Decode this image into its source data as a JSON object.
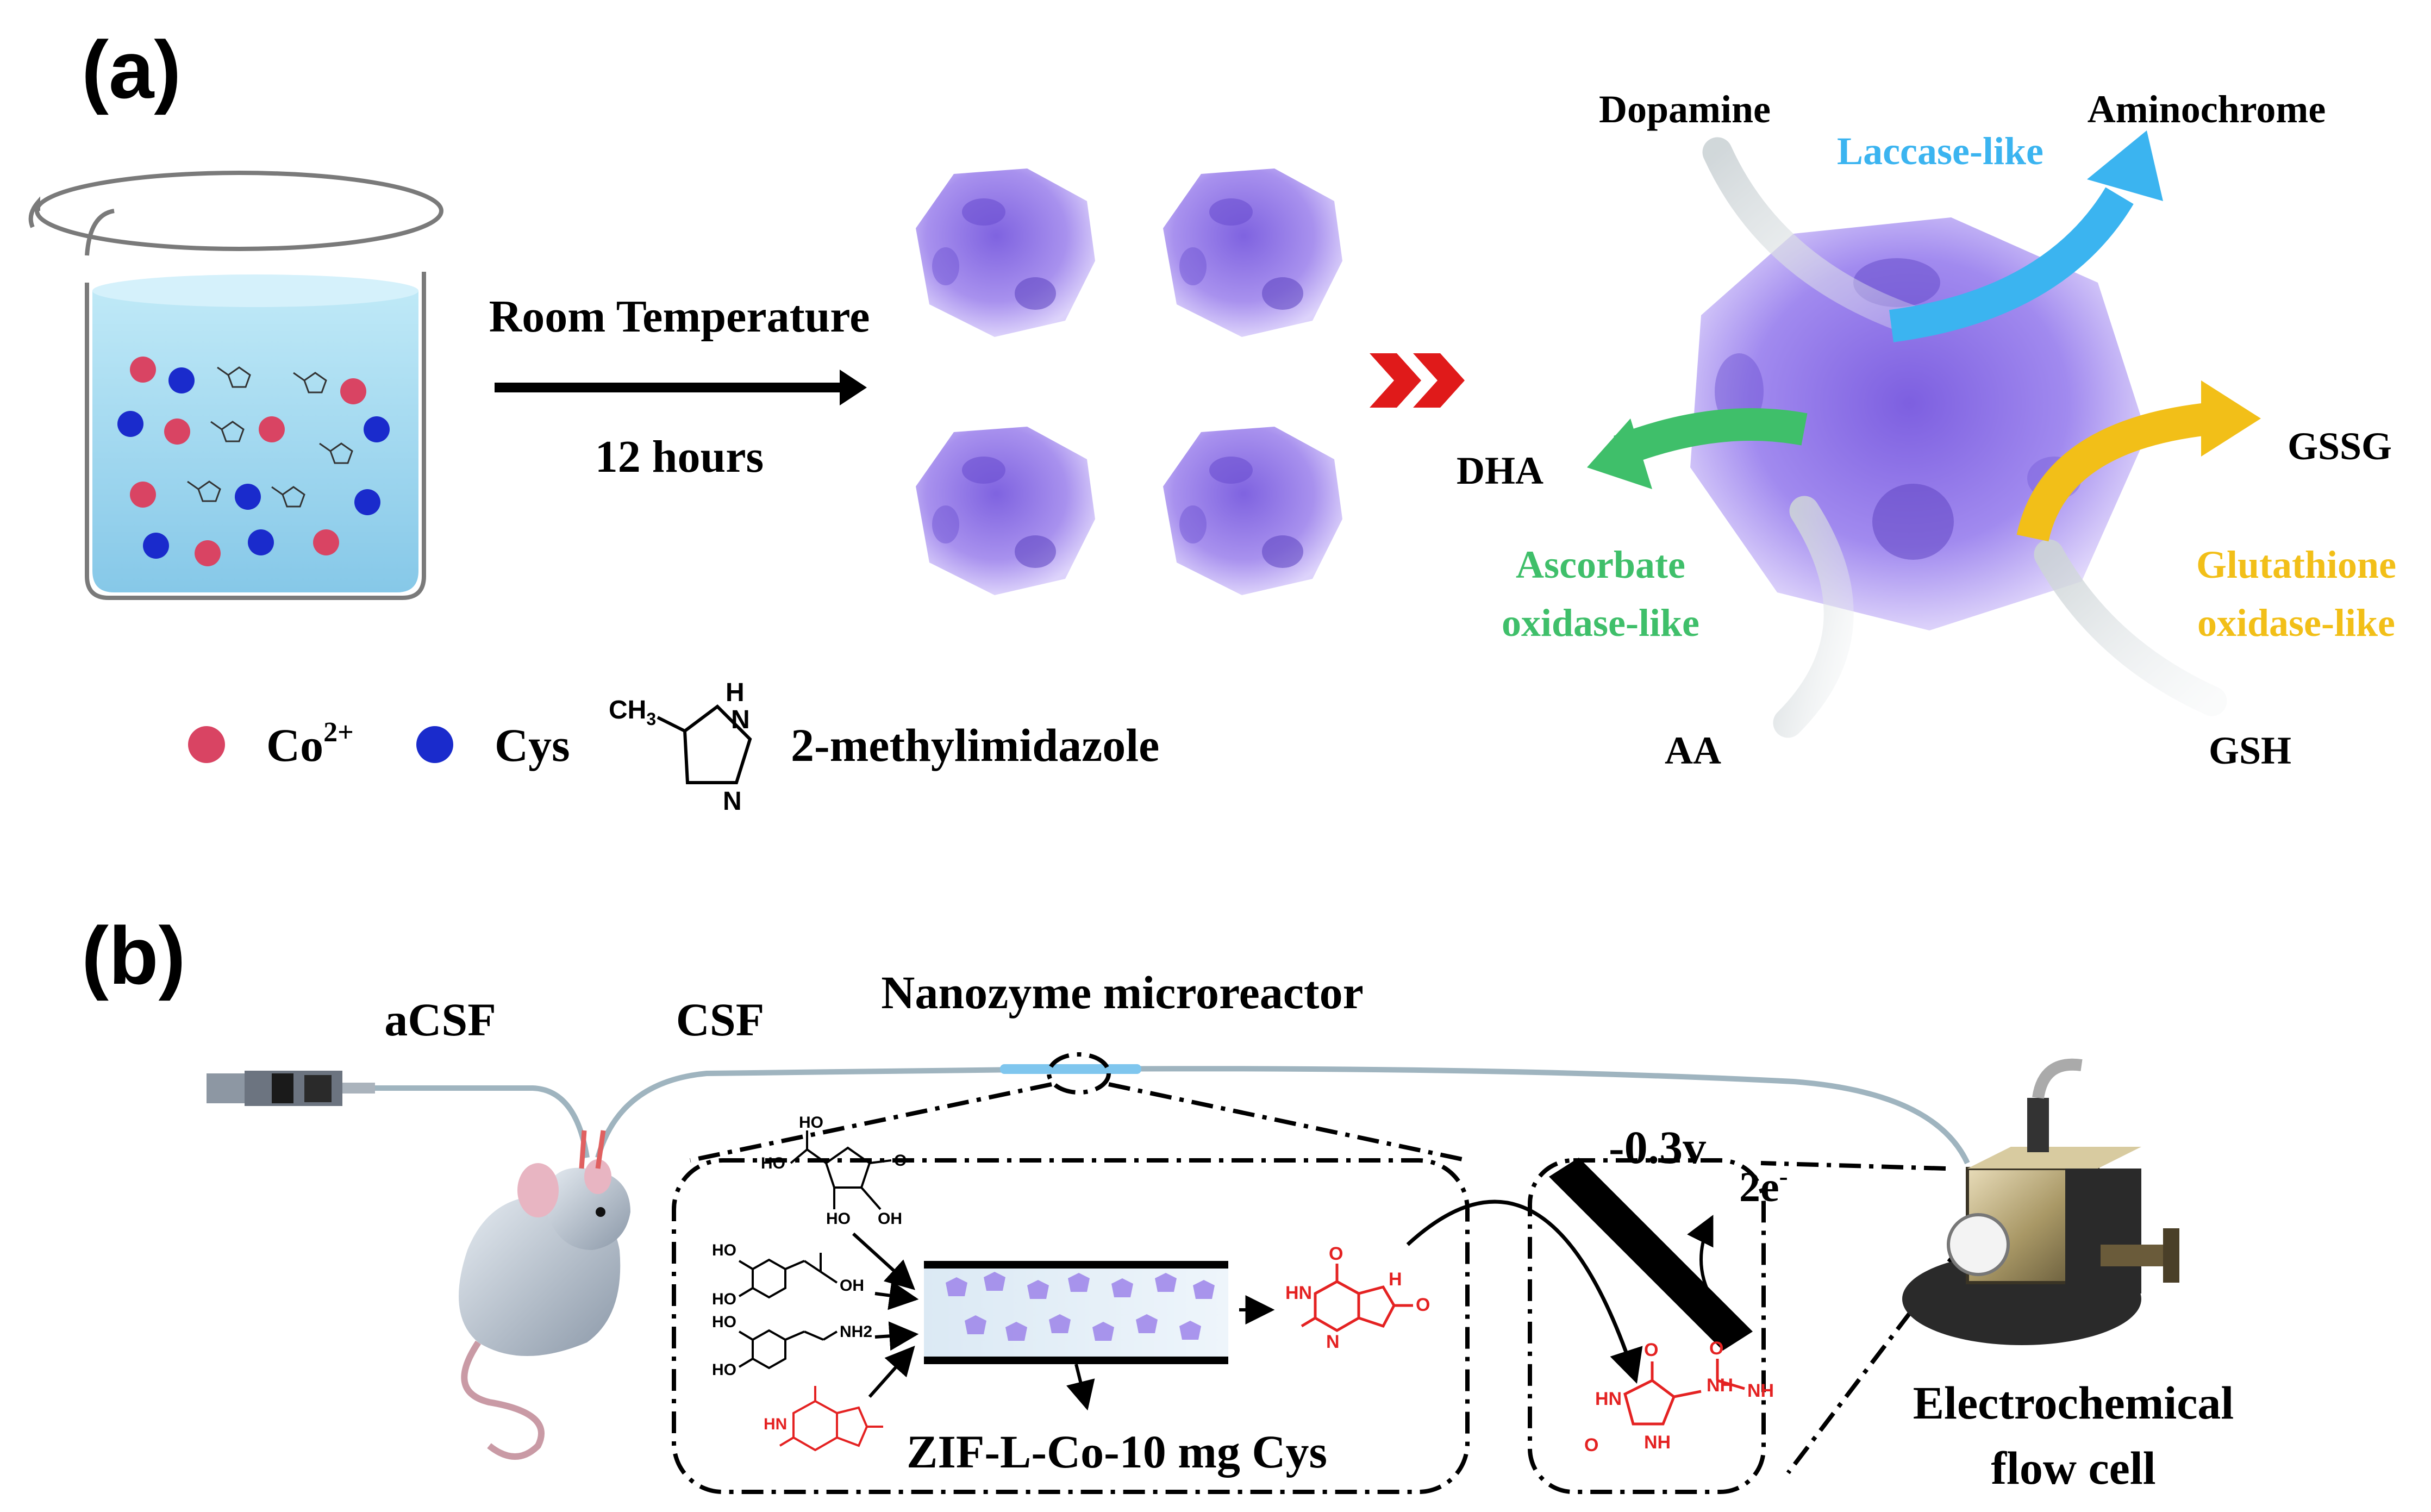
{
  "panel_a": {
    "label": "(a)",
    "arrow_top": "Room Temperature",
    "arrow_bottom": "12 hours",
    "legend": {
      "co_label": "Co",
      "co_sup": "2+",
      "cys_label": "Cys",
      "ch3_label": "CH",
      "ch3_sub": "3",
      "nh_label": "H",
      "n_label": "N",
      "n2_label": "N",
      "mim_label": "2-methylimidazole"
    },
    "reactions": {
      "dopamine": "Dopamine",
      "aminochrome": "Aminochrome",
      "laccase": "Laccase-like",
      "dha": "DHA",
      "ascorbate_line1": "Ascorbate",
      "ascorbate_line2": "oxidase-like",
      "aa": "AA",
      "gssg": "GSSG",
      "glutathione_line1": "Glutathione",
      "glutathione_line2": "oxidase-like",
      "gsh": "GSH"
    }
  },
  "panel_b": {
    "label": "(b)",
    "acsf": "aCSF",
    "csf": "CSF",
    "microreactor": "Nanozyme microreactor",
    "voltage": "-0.3v",
    "electrons": "2e",
    "electrons_sup": "-",
    "zif_label": "ZIF-L-Co-10 mg Cys",
    "cell_line1": "Electrochemical",
    "cell_line2": "flow cell",
    "atoms": {
      "ho": "HO",
      "oh": "OH",
      "o": "O",
      "hn": "HN",
      "nh": "NH",
      "n": "N",
      "h": "H",
      "nh2": "NH2"
    }
  },
  "colors": {
    "laccase": "#3bb4f0",
    "ascorbate": "#3fbf6a",
    "glutathione": "#f2bf18",
    "co_dot": "#d94463",
    "cys_dot": "#1a2bcc",
    "chevron": "#e01a1a",
    "chem_red": "#e42222",
    "mof": "#9d84ea"
  }
}
